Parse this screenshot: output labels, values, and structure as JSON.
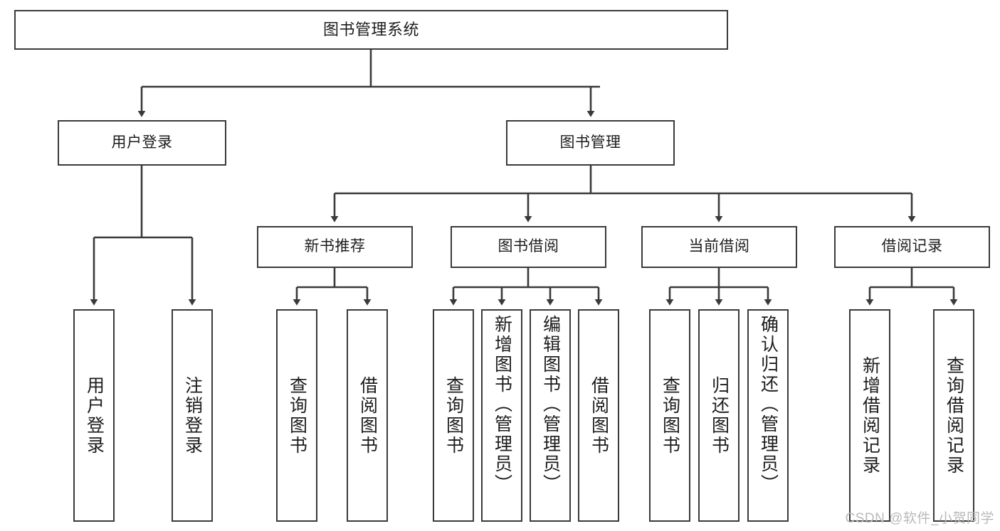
{
  "diagram": {
    "type": "tree",
    "title": "图书管理系统",
    "orientation": "top-down",
    "nodes": {
      "root": {
        "label": "图书管理系统",
        "level": 0
      },
      "user_login": {
        "label": "用户登录",
        "level": 1
      },
      "book_manage": {
        "label": "图书管理",
        "level": 1
      },
      "new_book_rec": {
        "label": "新书推荐",
        "level": 2
      },
      "book_borrow": {
        "label": "图书借阅",
        "level": 2
      },
      "current_borrow": {
        "label": "当前借阅",
        "level": 2
      },
      "borrow_record": {
        "label": "借阅记录",
        "level": 2
      },
      "leaf_user_login": {
        "label": "用户登录",
        "level": 3
      },
      "leaf_logout": {
        "label": "注销登录",
        "level": 3
      },
      "leaf_query_book_a": {
        "label": "查询图书",
        "level": 3
      },
      "leaf_borrow_book_a": {
        "label": "借阅图书",
        "level": 3
      },
      "leaf_query_book_b": {
        "label": "查询图书",
        "level": 3
      },
      "leaf_add_book": {
        "label": "新增图书（管理员）",
        "level": 3
      },
      "leaf_edit_book": {
        "label": "编辑图书（管理员）",
        "level": 3
      },
      "leaf_borrow_book_b": {
        "label": "借阅图书",
        "level": 3
      },
      "leaf_query_book_c": {
        "label": "查询图书",
        "level": 3
      },
      "leaf_return_book": {
        "label": "归还图书",
        "level": 3
      },
      "leaf_confirm_return": {
        "label": "确认归还（管理员）",
        "level": 3
      },
      "leaf_add_record": {
        "label": "新增借阅记录",
        "level": 3
      },
      "leaf_query_record": {
        "label": "查询借阅记录",
        "level": 3
      }
    },
    "edges": [
      {
        "from": "root",
        "to": "user_login"
      },
      {
        "from": "root",
        "to": "book_manage"
      },
      {
        "from": "book_manage",
        "to": "new_book_rec"
      },
      {
        "from": "book_manage",
        "to": "book_borrow"
      },
      {
        "from": "book_manage",
        "to": "current_borrow"
      },
      {
        "from": "book_manage",
        "to": "borrow_record"
      },
      {
        "from": "user_login",
        "to": "leaf_user_login"
      },
      {
        "from": "user_login",
        "to": "leaf_logout"
      },
      {
        "from": "new_book_rec",
        "to": "leaf_query_book_a"
      },
      {
        "from": "new_book_rec",
        "to": "leaf_borrow_book_a"
      },
      {
        "from": "book_borrow",
        "to": "leaf_query_book_b"
      },
      {
        "from": "book_borrow",
        "to": "leaf_add_book"
      },
      {
        "from": "book_borrow",
        "to": "leaf_edit_book"
      },
      {
        "from": "book_borrow",
        "to": "leaf_borrow_book_b"
      },
      {
        "from": "current_borrow",
        "to": "leaf_query_book_c"
      },
      {
        "from": "current_borrow",
        "to": "leaf_return_book"
      },
      {
        "from": "current_borrow",
        "to": "leaf_confirm_return"
      },
      {
        "from": "borrow_record",
        "to": "leaf_add_record"
      },
      {
        "from": "borrow_record",
        "to": "leaf_query_record"
      }
    ]
  },
  "colors": {
    "background": "#ffffff",
    "box_border": "#3a3a3a",
    "box_fill": "#ffffff",
    "text": "#1d1d1d",
    "connector": "#3a3a3a",
    "watermark": "#b9b9b9"
  },
  "watermark": {
    "text": "CSDN @软件_小贺同学"
  }
}
